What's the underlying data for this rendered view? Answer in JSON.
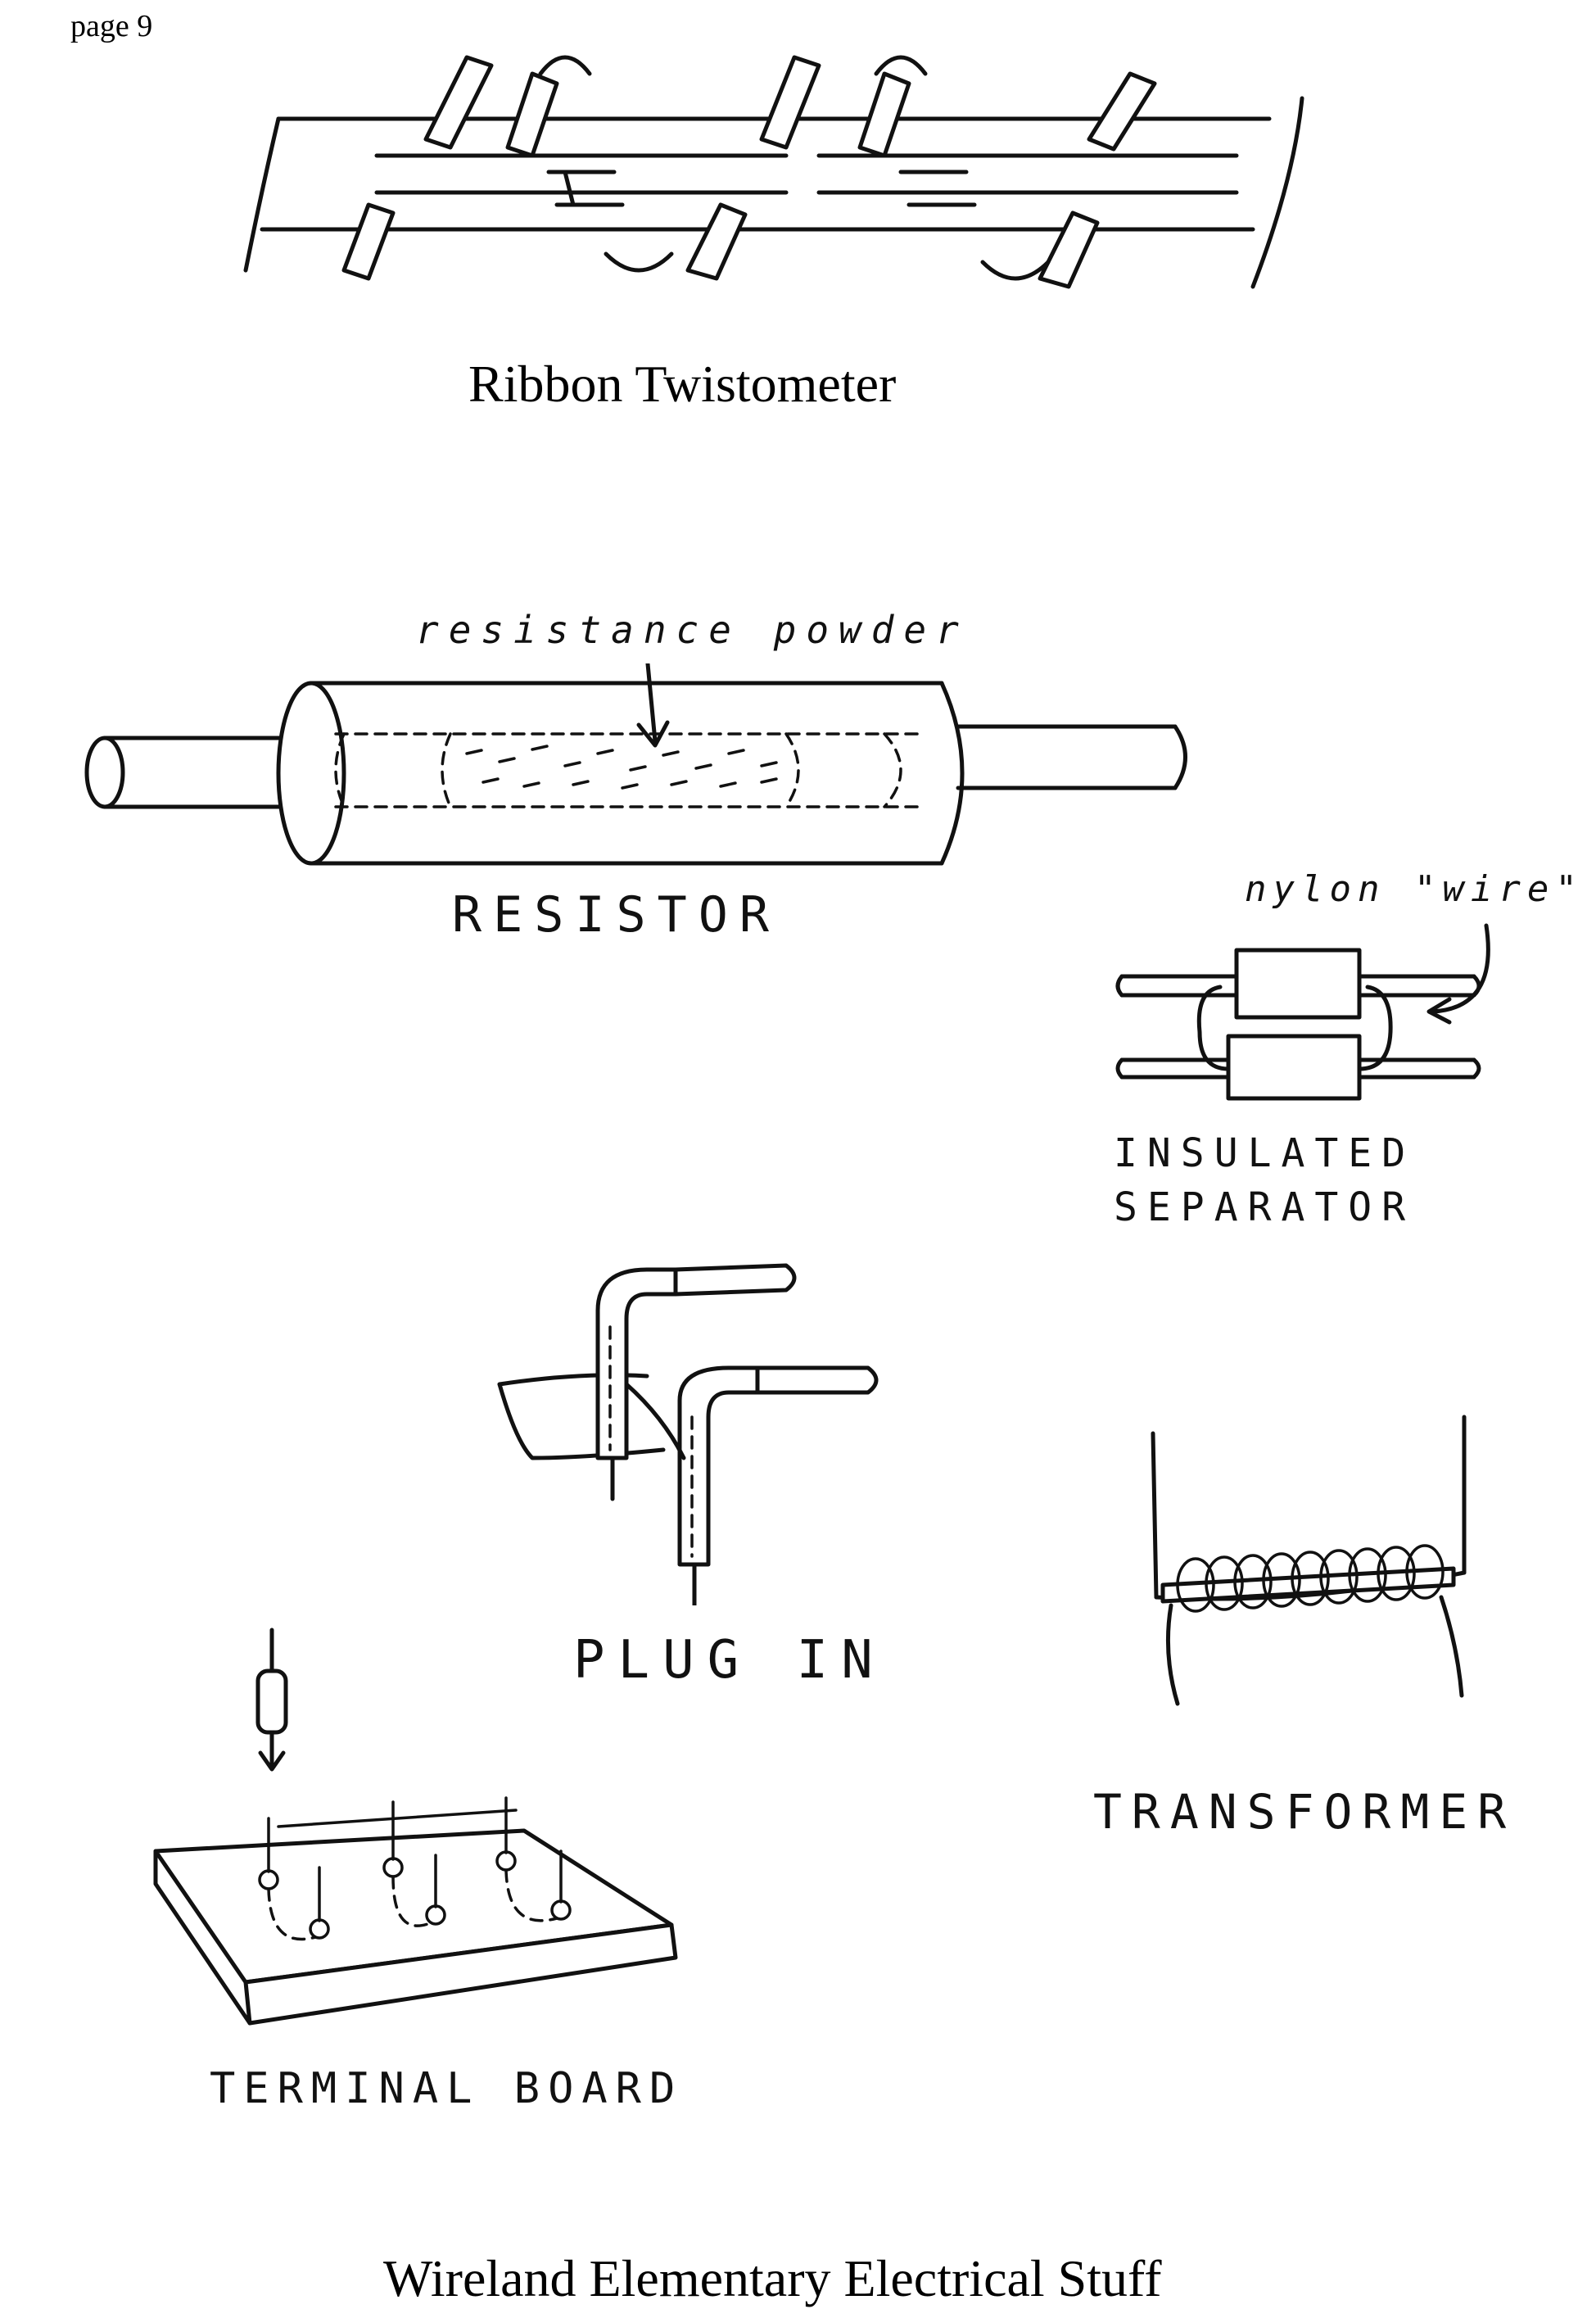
{
  "page": {
    "page_number": "page 9",
    "footer_title": "Wireland Elementary Electrical Stuff"
  },
  "drawings": {
    "twistometer": {
      "caption": "Ribbon Twistometer"
    },
    "resistor": {
      "caption": "RESISTOR",
      "annotation": "resistance powder"
    },
    "separator": {
      "caption_line1": "INSULATED",
      "caption_line2": "SEPARATOR",
      "annotation": "nylon \"wire\""
    },
    "plug_in": {
      "caption": "PLUG IN"
    },
    "transformer": {
      "caption": "TRANSFORMER"
    },
    "terminal_board": {
      "caption": "TERMINAL BOARD"
    }
  }
}
